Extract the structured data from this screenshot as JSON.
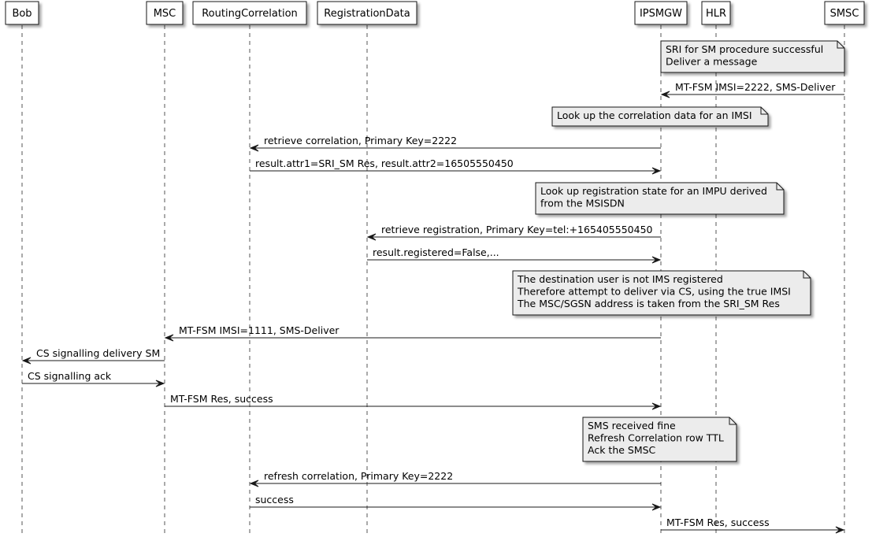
{
  "participants": [
    {
      "id": "bob",
      "label": "Bob"
    },
    {
      "id": "msc",
      "label": "MSC"
    },
    {
      "id": "routing",
      "label": "RoutingCorrelation"
    },
    {
      "id": "regdata",
      "label": "RegistrationData"
    },
    {
      "id": "ipsmgw",
      "label": "IPSMGW"
    },
    {
      "id": "hlr",
      "label": "HLR"
    },
    {
      "id": "smsc",
      "label": "SMSC"
    }
  ],
  "notes": [
    {
      "id": "note-sri",
      "lines": [
        "SRI for SM procedure successful",
        "Deliver a message"
      ]
    },
    {
      "id": "note-lookup-correlation",
      "lines": [
        "Look up the correlation data for an IMSI"
      ]
    },
    {
      "id": "note-lookup-registration",
      "lines": [
        "Look up registration state for an IMPU derived",
        "from the MSISDN"
      ]
    },
    {
      "id": "note-not-registered",
      "lines": [
        "The destination user is not IMS registered",
        "Therefore attempt to deliver via CS, using the true IMSI",
        "The MSC/SGSN address is taken from the SRI_SM Res"
      ]
    },
    {
      "id": "note-sms-received",
      "lines": [
        "SMS received fine",
        "Refresh Correlation row TTL",
        "Ack the SMSC"
      ]
    }
  ],
  "messages": [
    {
      "id": "msg-mt-fsm-smsc",
      "label": "MT-FSM IMSI=2222, SMS-Deliver"
    },
    {
      "id": "msg-retrieve-correlation",
      "label": "retrieve correlation, Primary Key=2222"
    },
    {
      "id": "msg-correlation-result",
      "label": "result.attr1=SRI_SM Res, result.attr2=16505550450"
    },
    {
      "id": "msg-retrieve-registration",
      "label": "retrieve registration, Primary Key=tel:+165405550450"
    },
    {
      "id": "msg-registration-result",
      "label": "result.registered=False,..."
    },
    {
      "id": "msg-mt-fsm-msc",
      "label": "MT-FSM IMSI=1111, SMS-Deliver"
    },
    {
      "id": "msg-cs-delivery",
      "label": "CS signalling delivery SM"
    },
    {
      "id": "msg-cs-ack",
      "label": "CS signalling ack"
    },
    {
      "id": "msg-mt-fsm-res-msc",
      "label": "MT-FSM Res, success"
    },
    {
      "id": "msg-refresh-correlation",
      "label": "refresh correlation, Primary Key=2222"
    },
    {
      "id": "msg-refresh-success",
      "label": "success"
    },
    {
      "id": "msg-mt-fsm-res-smsc",
      "label": "MT-FSM Res, success"
    }
  ]
}
